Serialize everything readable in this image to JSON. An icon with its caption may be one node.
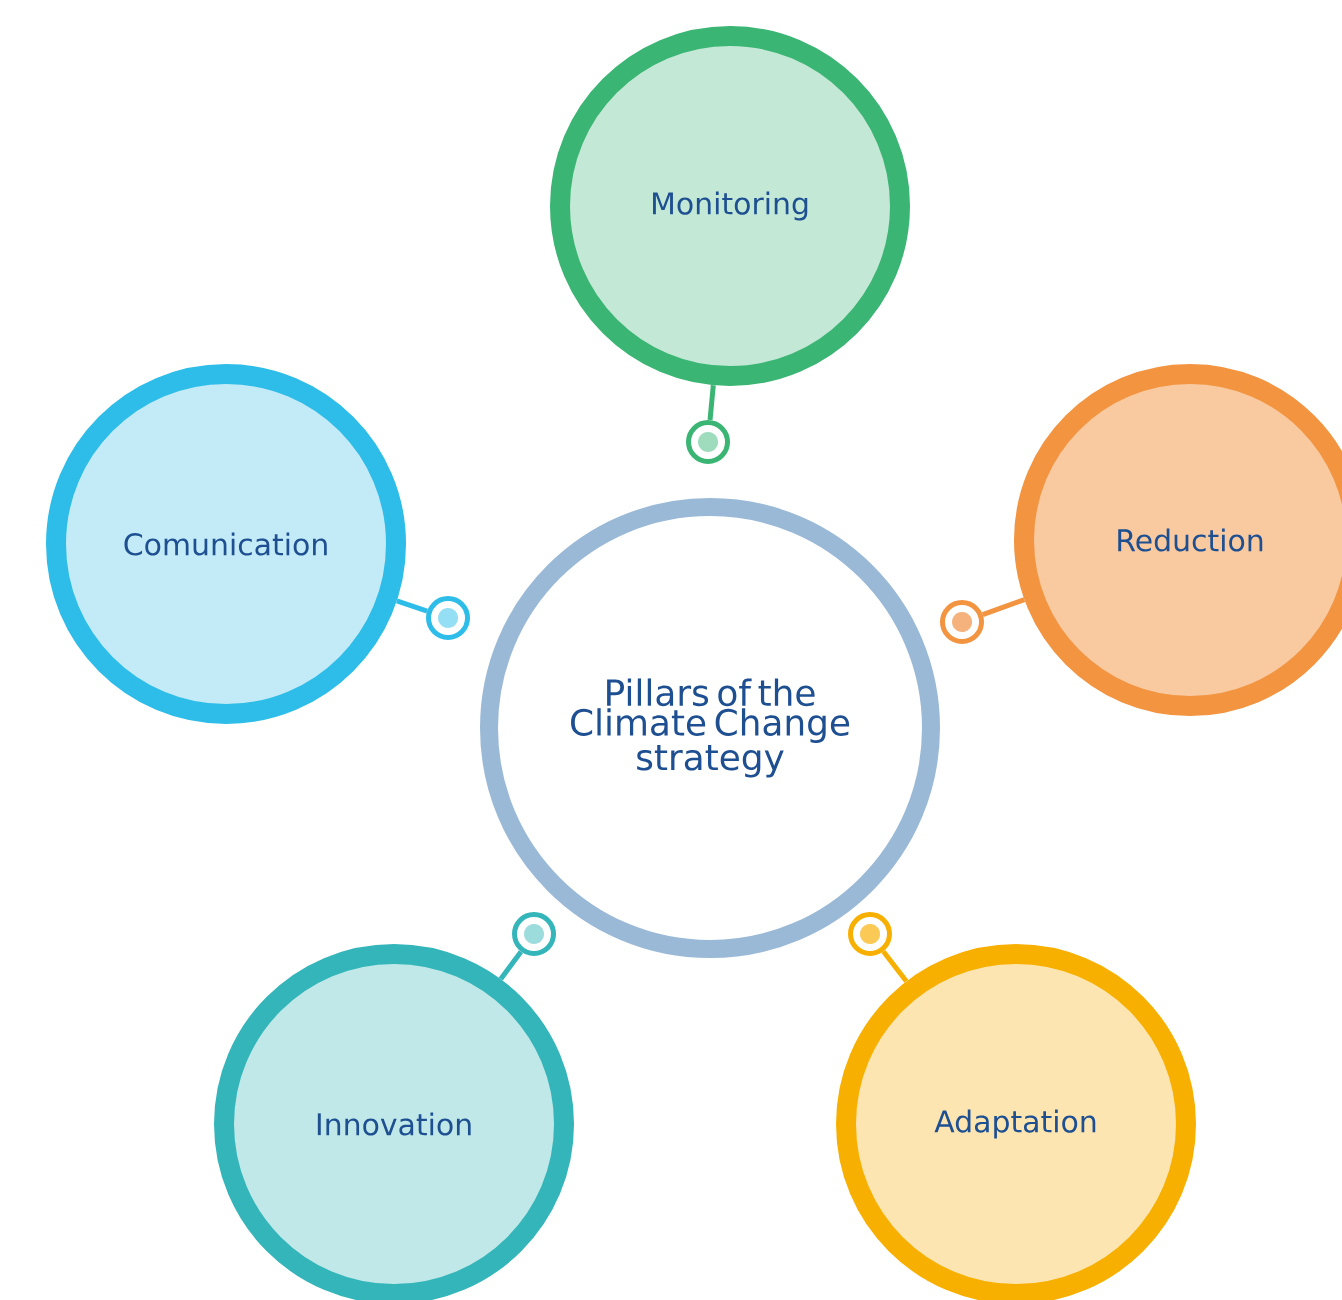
{
  "diagram": {
    "nodes": [
      {
        "text": [
          "Monitoring"
        ]
      },
      {
        "text": [
          "Comunication"
        ]
      },
      {
        "text": [
          "Reduction"
        ]
      },
      {
        "text": [
          "Pillars of the Climate Change strategy"
        ]
      },
      {
        "text": [
          "Innovation"
        ]
      },
      {
        "text": [
          "Adaptation"
        ]
      },
      {
        "text": [],
        "shape": "circle"
      },
      {
        "text": [],
        "shape": "circle"
      },
      {
        "text": [],
        "shape": "circle"
      },
      {
        "text": [],
        "shape": "circle"
      },
      {
        "text": [],
        "shape": "circle"
      }
    ],
    "edges": [
      {
        "from": 0,
        "to": 6,
        "arrow": "none",
        "color": "#3ab573"
      },
      {
        "from": 1,
        "to": 7,
        "arrow": "none",
        "color": "#2dbde8"
      },
      {
        "from": 2,
        "to": 8,
        "arrow": "none",
        "color": "#f29440"
      },
      {
        "from": 4,
        "to": 9,
        "arrow": "none",
        "color": "#33b5b9"
      },
      {
        "from": 5,
        "to": 10,
        "arrow": "none",
        "color": "#f8b000"
      }
    ]
  }
}
